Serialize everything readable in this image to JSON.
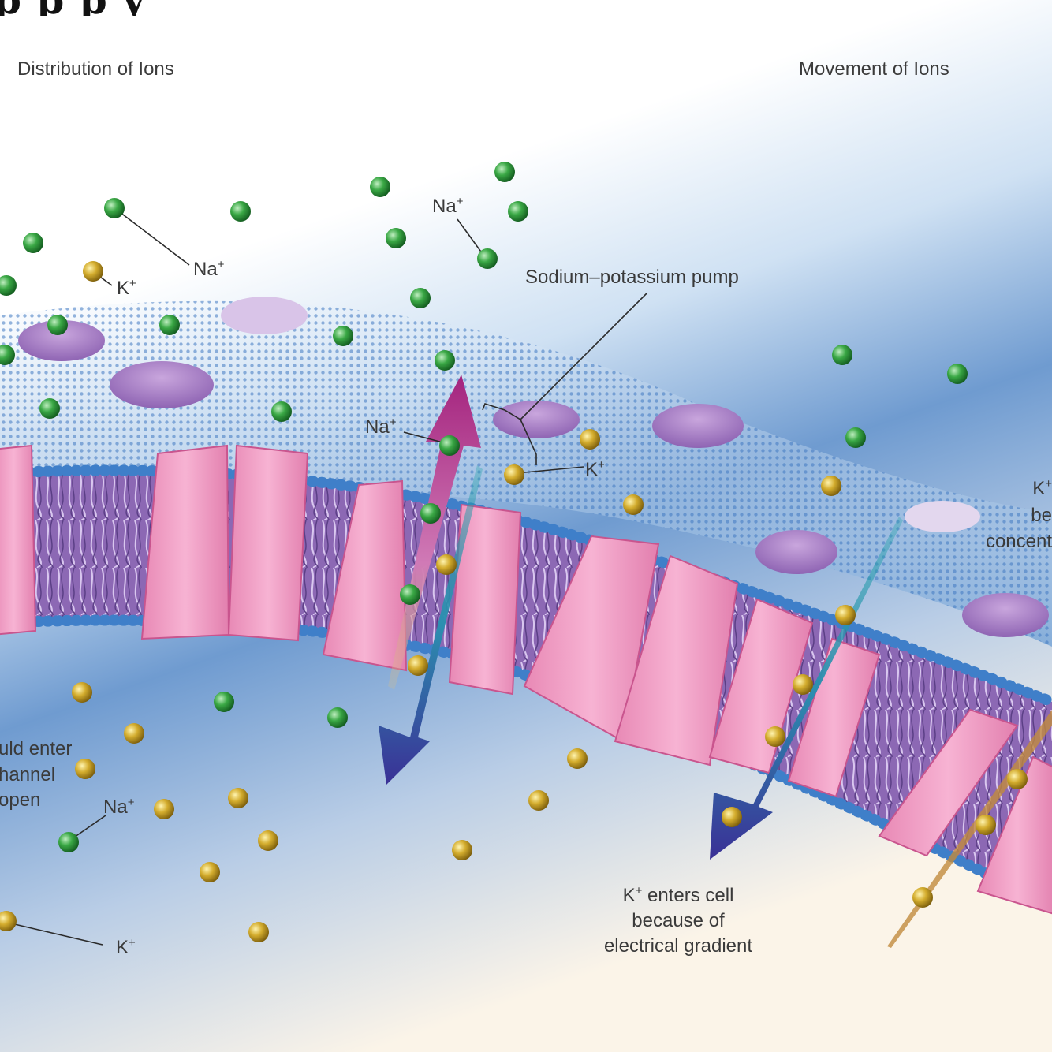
{
  "top_title": "p    p p    y",
  "headings": {
    "left": "Distribution of Ions",
    "right": "Movement of Ions"
  },
  "labels": {
    "na_top": "Na",
    "na_upper_left": "Na",
    "k_upper_left": "K",
    "pump": "Sodium–potassium pump",
    "na_pump": "Na",
    "k_pump": "K",
    "k_right_line1": "K",
    "k_right_line2": "be",
    "k_right_line3": "concent",
    "na_lower_left_line1": "uld enter",
    "na_lower_left_line2": "hannel",
    "na_lower_left_line3": "open",
    "na_lower_left": "Na",
    "k_bottom_left": "K",
    "k_enters_line1": "K",
    "k_enters_line1_rest": " enters cell",
    "k_enters_line2": "because of",
    "k_enters_line3": "electrical gradient",
    "plus": "+"
  },
  "colors": {
    "sodium": "#2e9a3a",
    "potassium": "#c9a227",
    "protein": "#f29ac4",
    "membrane": "#8e69b5",
    "extracellular": "#a9c8e8",
    "intracellular": "#6f9bd0",
    "arrow_out": "#b0378f",
    "arrow_in": "#3f3fa3",
    "arrow_teal": "#1f8a96"
  }
}
